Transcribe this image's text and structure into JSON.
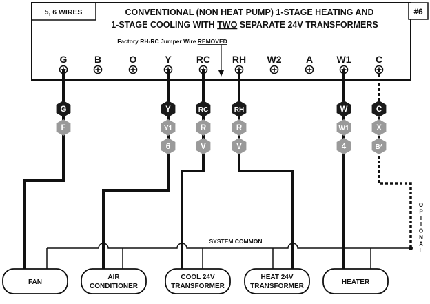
{
  "header": {
    "wires_label": "5, 6 WIRES",
    "title_line1": "CONVENTIONAL (NON HEAT PUMP) 1-STAGE HEATING AND",
    "title_line2_pre": "1-STAGE COOLING WITH ",
    "title_line2_emph": "TWO",
    "title_line2_post": " SEPARATE 24V TRANSFORMERS",
    "diagram_number": "#6",
    "jumper_note_pre": "Factory RH-RC Jumper Wire ",
    "jumper_note_emph": "REMOVED"
  },
  "terminals": [
    {
      "id": "G",
      "label": "G"
    },
    {
      "id": "B",
      "label": "B"
    },
    {
      "id": "O",
      "label": "O"
    },
    {
      "id": "Y",
      "label": "Y"
    },
    {
      "id": "RC",
      "label": "RC"
    },
    {
      "id": "RH",
      "label": "RH"
    },
    {
      "id": "W2",
      "label": "W2"
    },
    {
      "id": "A",
      "label": "A"
    },
    {
      "id": "W1",
      "label": "W1"
    },
    {
      "id": "C",
      "label": "C"
    }
  ],
  "wire_tags": [
    {
      "terminal": "G",
      "primary": "G",
      "alts": [
        "F"
      ]
    },
    {
      "terminal": "Y",
      "primary": "Y",
      "alts": [
        "Y1",
        "6"
      ]
    },
    {
      "terminal": "RC",
      "primary": "RC",
      "alts": [
        "R",
        "V"
      ]
    },
    {
      "terminal": "RH",
      "primary": "RH",
      "alts": [
        "R",
        "V"
      ]
    },
    {
      "terminal": "W1",
      "primary": "W",
      "alts": [
        "W1",
        "4"
      ]
    },
    {
      "terminal": "C",
      "primary": "C",
      "alts": [
        "X",
        "B*"
      ]
    }
  ],
  "common_label": "SYSTEM COMMON",
  "optional_label": "OPTIONAL",
  "devices": [
    {
      "id": "fan",
      "line1": "FAN",
      "line2": ""
    },
    {
      "id": "ac",
      "line1": "AIR",
      "line2": "CONDITIONER"
    },
    {
      "id": "cool",
      "line1": "COOL 24V",
      "line2": "TRANSFORMER"
    },
    {
      "id": "heat",
      "line1": "HEAT 24V",
      "line2": "TRANSFORMER"
    },
    {
      "id": "heater",
      "line1": "HEATER",
      "line2": ""
    }
  ],
  "colors": {
    "line": "#111111",
    "tag_dark": "#1a1a1a",
    "tag_gray": "#9a9a9a",
    "background": "#ffffff"
  }
}
